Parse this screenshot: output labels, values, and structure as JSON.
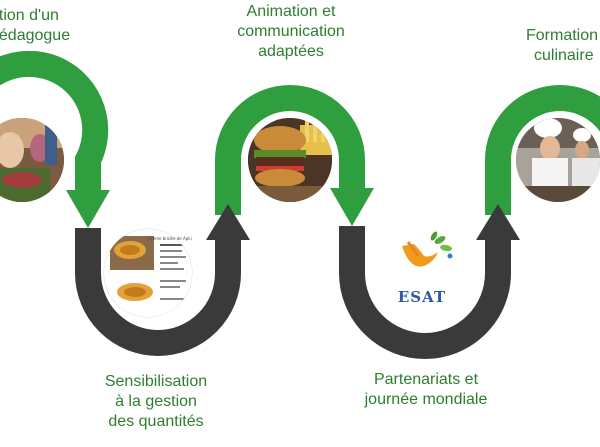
{
  "colors": {
    "green": "#2e9e3e",
    "dark": "#3a3a3a",
    "label_green": "#2f7d2f",
    "esat_blue": "#2a5aa8",
    "esat_orange": "#f19a1b"
  },
  "labels": {
    "top_1": [
      "ation d'un",
      "pédagogue"
    ],
    "top_2": [
      "Animation et",
      "communication",
      "adaptées"
    ],
    "top_3": [
      "Formation",
      "culinaire"
    ],
    "bottom_1": [
      "Sensibilisation",
      "à la gestion",
      "des quantités"
    ],
    "bottom_2": [
      "Partenariats et",
      "journée mondiale"
    ]
  },
  "recipe_card": {
    "title": "Crème brûlée de Apki"
  },
  "esat": {
    "logo_text": "ESAT"
  }
}
